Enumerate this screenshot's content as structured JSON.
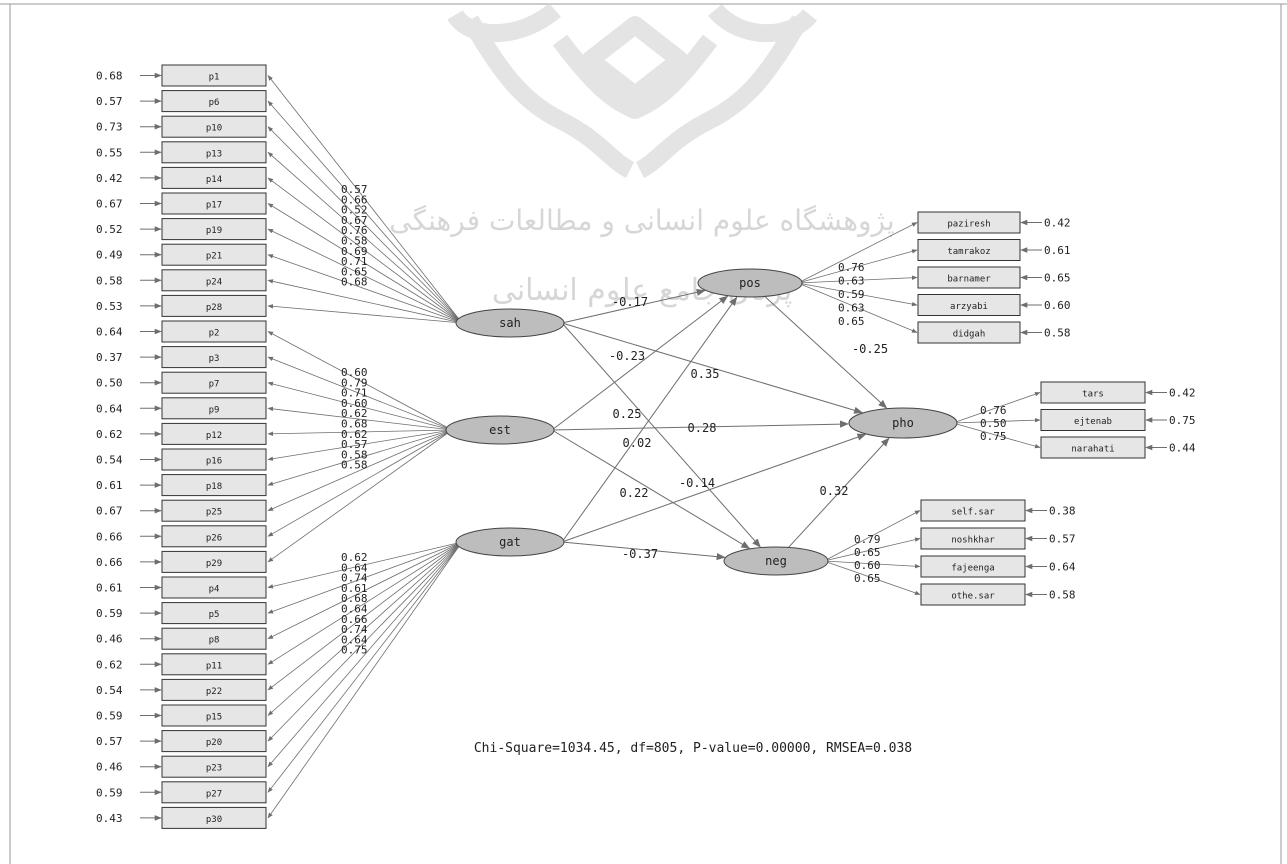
{
  "colors": {
    "box_fill": "#e6e6e6",
    "latent_fill": "#bdbdbd",
    "line": "#6e6e6e",
    "text": "#222222",
    "watermark": "#d9d9d9"
  },
  "fit_statistics": "Chi-Square=1034.45, df=805, P-value=0.00000, RMSEA=0.038",
  "watermark": {
    "line1": "پژوهشگاه علوم انسانی و مطالعات فرهنگی",
    "line2": "پرتال جامع علوم انسانی"
  },
  "latents": [
    {
      "id": "sah",
      "label": "sah"
    },
    {
      "id": "est",
      "label": "est"
    },
    {
      "id": "gat",
      "label": "gat"
    },
    {
      "id": "pos",
      "label": "pos"
    },
    {
      "id": "pho",
      "label": "pho"
    },
    {
      "id": "neg",
      "label": "neg"
    }
  ],
  "left_indicators": [
    {
      "label": "p1",
      "error": "0.68",
      "loading": "0.57",
      "factor": "sah"
    },
    {
      "label": "p6",
      "error": "0.57",
      "loading": "0.66",
      "factor": "sah"
    },
    {
      "label": "p10",
      "error": "0.73",
      "loading": "0.52",
      "factor": "sah"
    },
    {
      "label": "p13",
      "error": "0.55",
      "loading": "0.67",
      "factor": "sah"
    },
    {
      "label": "p14",
      "error": "0.42",
      "loading": "0.76",
      "factor": "sah"
    },
    {
      "label": "p17",
      "error": "0.67",
      "loading": "0.58",
      "factor": "sah"
    },
    {
      "label": "p19",
      "error": "0.52",
      "loading": "0.69",
      "factor": "sah"
    },
    {
      "label": "p21",
      "error": "0.49",
      "loading": "0.71",
      "factor": "sah"
    },
    {
      "label": "p24",
      "error": "0.58",
      "loading": "0.65",
      "factor": "sah"
    },
    {
      "label": "p28",
      "error": "0.53",
      "loading": "0.68",
      "factor": "sah"
    },
    {
      "label": "p2",
      "error": "0.64",
      "loading": "0.60",
      "factor": "est"
    },
    {
      "label": "p3",
      "error": "0.37",
      "loading": "0.79",
      "factor": "est"
    },
    {
      "label": "p7",
      "error": "0.50",
      "loading": "0.71",
      "factor": "est"
    },
    {
      "label": "p9",
      "error": "0.64",
      "loading": "0.60",
      "factor": "est"
    },
    {
      "label": "p12",
      "error": "0.62",
      "loading": "0.62",
      "factor": "est"
    },
    {
      "label": "p16",
      "error": "0.54",
      "loading": "0.68",
      "factor": "est"
    },
    {
      "label": "p18",
      "error": "0.61",
      "loading": "0.62",
      "factor": "est"
    },
    {
      "label": "p25",
      "error": "0.67",
      "loading": "0.57",
      "factor": "est"
    },
    {
      "label": "p26",
      "error": "0.66",
      "loading": "0.58",
      "factor": "est"
    },
    {
      "label": "p29",
      "error": "0.66",
      "loading": "0.58",
      "factor": "est"
    },
    {
      "label": "p4",
      "error": "0.61",
      "loading": "0.62",
      "factor": "gat"
    },
    {
      "label": "p5",
      "error": "0.59",
      "loading": "0.64",
      "factor": "gat"
    },
    {
      "label": "p8",
      "error": "0.46",
      "loading": "0.74",
      "factor": "gat"
    },
    {
      "label": "p11",
      "error": "0.62",
      "loading": "0.61",
      "factor": "gat"
    },
    {
      "label": "p22",
      "error": "0.54",
      "loading": "0.68",
      "factor": "gat"
    },
    {
      "label": "p15",
      "error": "0.59",
      "loading": "0.64",
      "factor": "gat"
    },
    {
      "label": "p20",
      "error": "0.57",
      "loading": "0.66",
      "factor": "gat"
    },
    {
      "label": "p23",
      "error": "0.46",
      "loading": "0.74",
      "factor": "gat"
    },
    {
      "label": "p27",
      "error": "0.59",
      "loading": "0.64",
      "factor": "gat"
    },
    {
      "label": "p30",
      "error": "0.43",
      "loading": "0.75",
      "factor": "gat"
    }
  ],
  "right_indicators": [
    {
      "label": "paziresh",
      "error": "0.42",
      "loading": "0.76",
      "factor": "pos"
    },
    {
      "label": "tamrakoz",
      "error": "0.61",
      "loading": "0.63",
      "factor": "pos"
    },
    {
      "label": "barnamer",
      "error": "0.65",
      "loading": "0.59",
      "factor": "pos"
    },
    {
      "label": "arzyabi",
      "error": "0.60",
      "loading": "0.63",
      "factor": "pos"
    },
    {
      "label": "didgah",
      "error": "0.58",
      "loading": "0.65",
      "factor": "pos"
    },
    {
      "label": "tars",
      "error": "0.42",
      "loading": "0.76",
      "factor": "pho"
    },
    {
      "label": "ejtenab",
      "error": "0.75",
      "loading": "0.50",
      "factor": "pho"
    },
    {
      "label": "narahati",
      "error": "0.44",
      "loading": "0.75",
      "factor": "pho"
    },
    {
      "label": "self.sar",
      "error": "0.38",
      "loading": "0.79",
      "factor": "neg"
    },
    {
      "label": "noshkhar",
      "error": "0.57",
      "loading": "0.65",
      "factor": "neg"
    },
    {
      "label": "fajeenga",
      "error": "0.64",
      "loading": "0.60",
      "factor": "neg"
    },
    {
      "label": "othe.sar",
      "error": "0.58",
      "loading": "0.65",
      "factor": "neg"
    }
  ],
  "paths": [
    {
      "from": "sah",
      "to": "pos",
      "coef": "-0.17"
    },
    {
      "from": "est",
      "to": "pos",
      "coef": "-0.23"
    },
    {
      "from": "gat",
      "to": "pos",
      "coef": "0.25"
    },
    {
      "from": "sah",
      "to": "pho",
      "coef": "0.35"
    },
    {
      "from": "est",
      "to": "pho",
      "coef": "0.28"
    },
    {
      "from": "gat",
      "to": "pho",
      "coef": "-0.14"
    },
    {
      "from": "sah",
      "to": "neg",
      "coef": "0.02"
    },
    {
      "from": "est",
      "to": "neg",
      "coef": "0.22"
    },
    {
      "from": "gat",
      "to": "neg",
      "coef": "-0.37"
    },
    {
      "from": "pos",
      "to": "pho",
      "coef": "-0.25"
    },
    {
      "from": "neg",
      "to": "pho",
      "coef": "0.32"
    }
  ]
}
